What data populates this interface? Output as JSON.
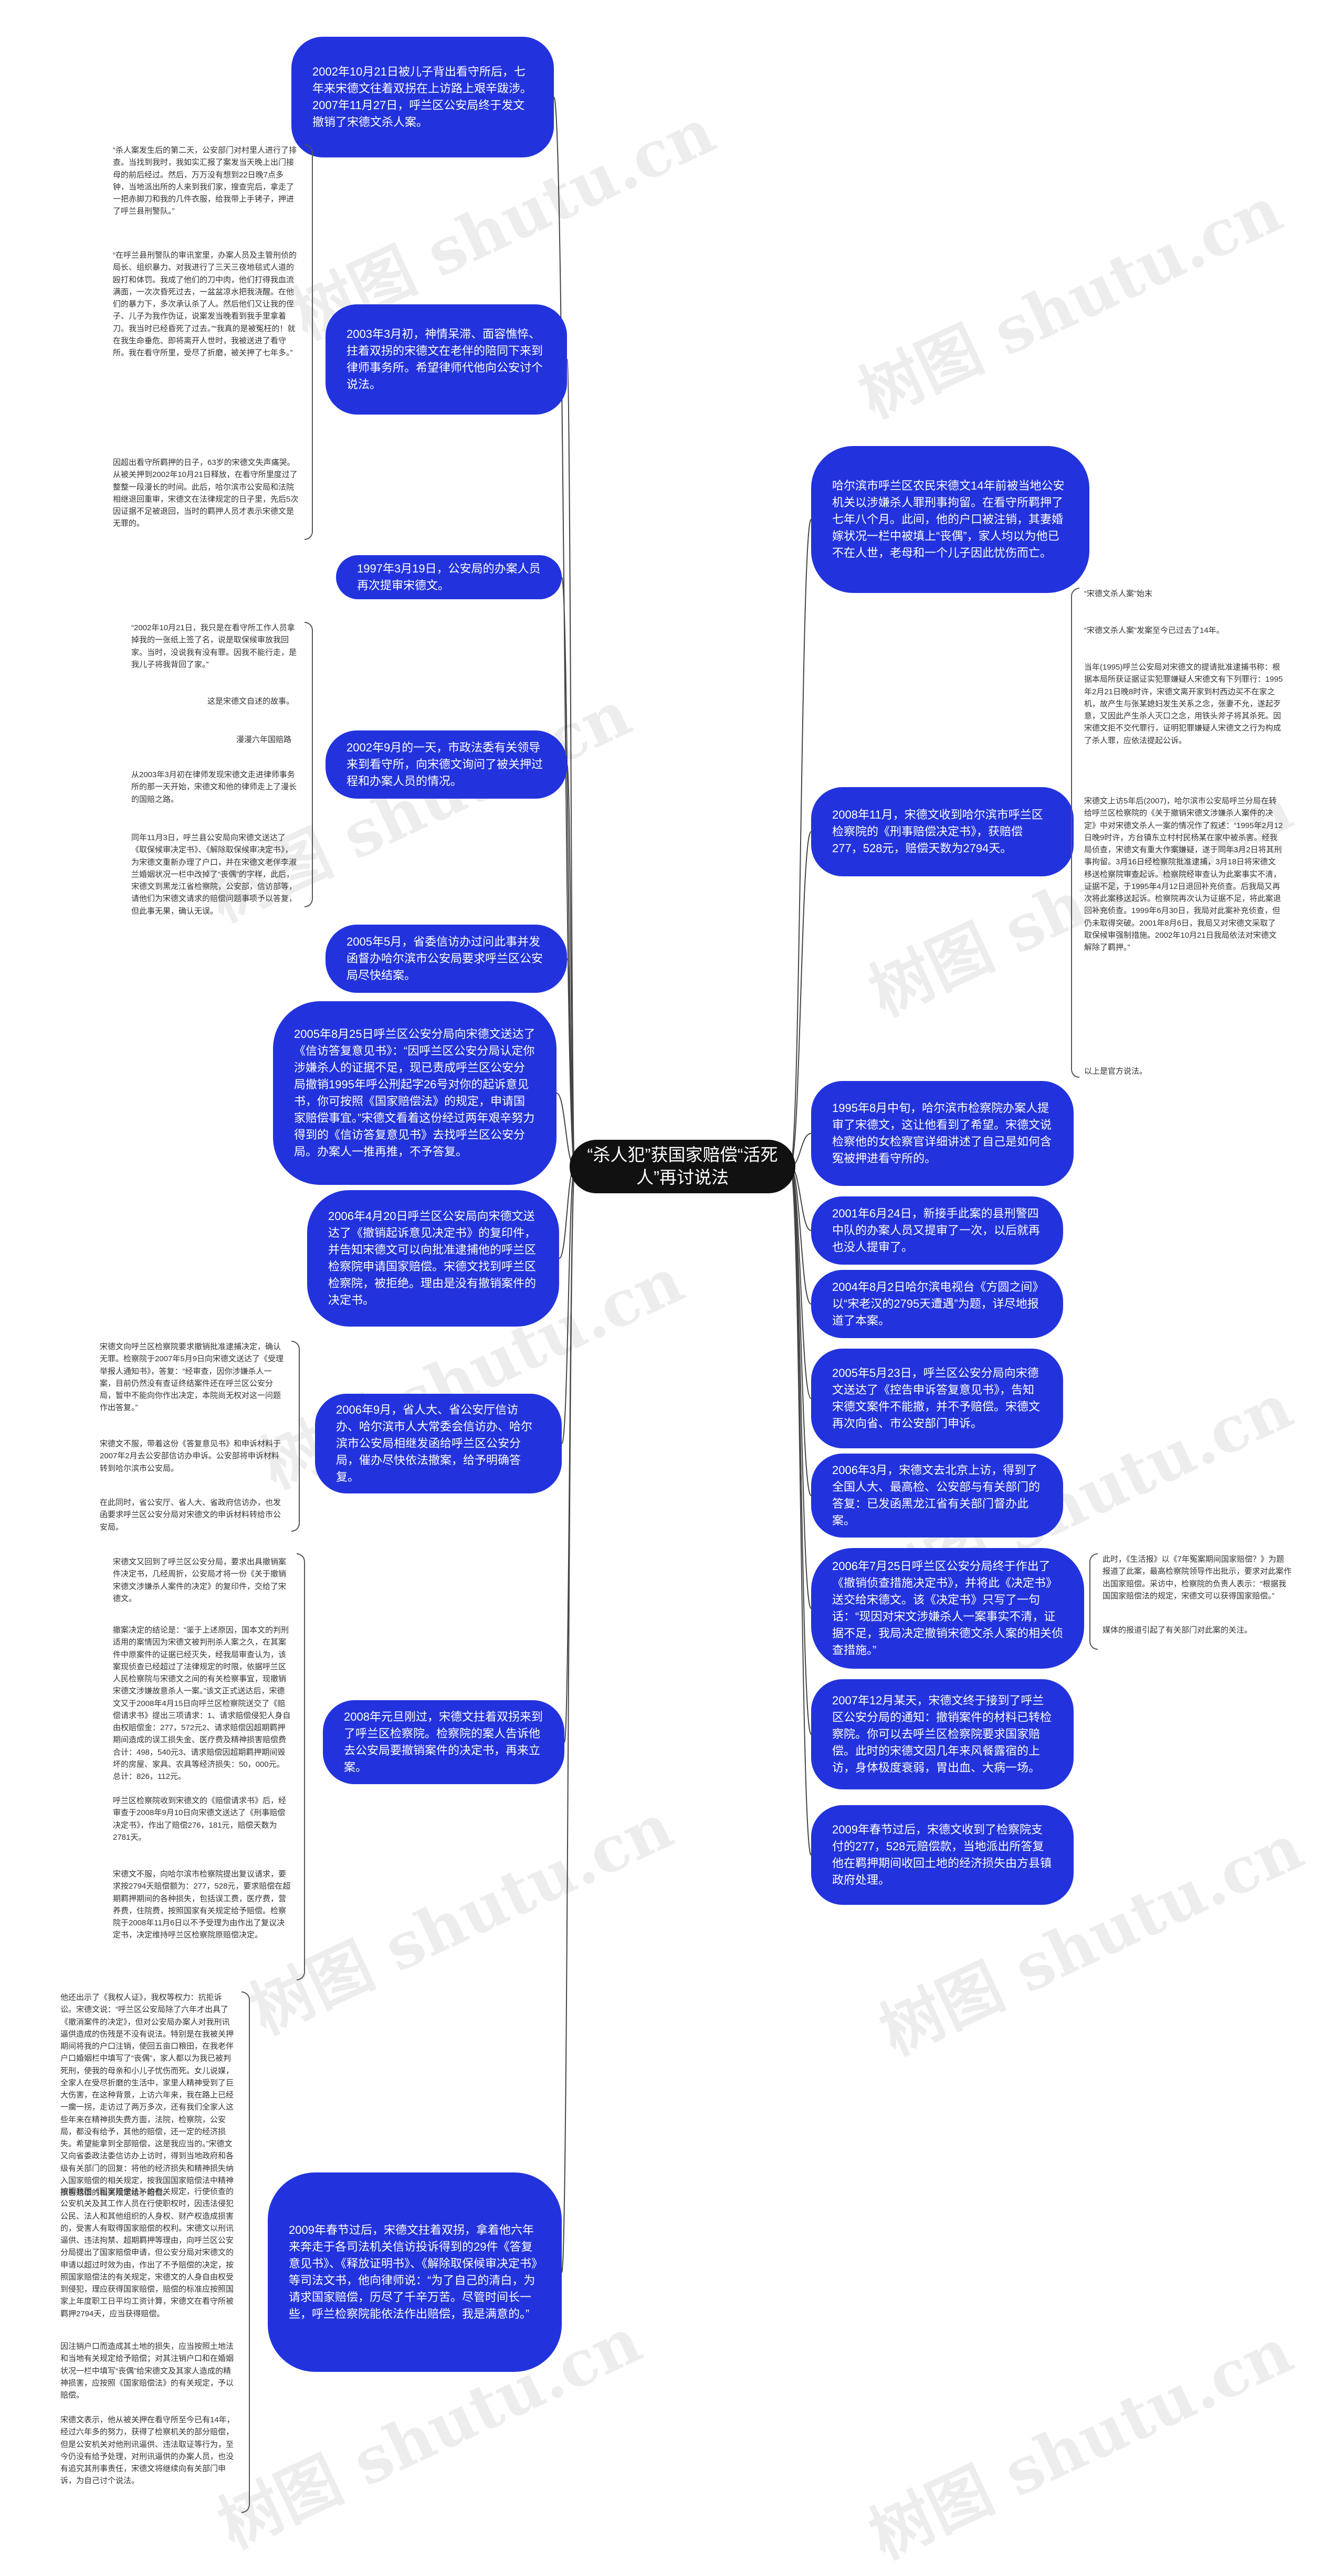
{
  "root": {
    "label": "“杀人犯”获国家赔偿“活死人”再讨说法"
  },
  "watermark_text": "树图 shutu.cn",
  "left_nodes": [
    {
      "id": "l1",
      "text": "2002年10月21日被儿子背出看守所后，七年来宋德文往着双拐在上访路上艰辛跋涉。2007年11月27日，呼兰区公安局终于发文撤销了宋德文杀人案。"
    },
    {
      "id": "l2",
      "text": "2003年3月初，神情呆滞、面容憔悴、拄着双拐的宋德文在老伴的陪同下来到律师事务所。希望律师代他向公安讨个说法。"
    },
    {
      "id": "l3",
      "text": "1997年3月19日，公安局的办案人员再次提审宋德文。"
    },
    {
      "id": "l4",
      "text": "2002年9月的一天，市政法委有关领导来到看守所，向宋德文询问了被关押过程和办案人员的情况。"
    },
    {
      "id": "l5",
      "text": "2005年5月，省委信访办过问此事并发函督办哈尔滨市公安局要求呼兰区公安局尽快结案。"
    },
    {
      "id": "l6",
      "text": "2005年8月25日呼兰区公安分局向宋德文送达了《信访答复意见书》：“因呼兰区公安分局认定你涉嫌杀人的证据不足，现已责成呼兰区公安分局撤销1995年呼公刑起字26号对你的起诉意见书，你可按照《国家赔偿法》的规定，申请国家赔偿事宜。”宋德文看着这份经过两年艰辛努力得到的《信访答复意见书》去找呼兰区公安分局。办案人一推再推，不予答复。"
    },
    {
      "id": "l7",
      "text": "2006年4月20日呼兰区公安局向宋德文送达了《撤销起诉意见决定书》的复印件，并告知宋德文可以向批准逮捕他的呼兰区检察院申请国家赔偿。宋德文找到呼兰区检察院，被拒绝。理由是没有撤销案件的决定书。"
    },
    {
      "id": "l8",
      "text": "2006年9月，省人大、省公安厅信访办、哈尔滨市人大常委会信访办、哈尔滨市公安局相继发函给呼兰区公安分局，催办尽快依法撤案，给予明确答复。"
    },
    {
      "id": "l9",
      "text": "2008年元旦刚过，宋德文拄着双拐来到了呼兰区检察院。检察院的案人告诉他去公安局要撤销案件的决定书，再来立案。"
    },
    {
      "id": "l10",
      "text": "2009年春节过后，宋德文拄着双拐，拿着他六年来奔走于各司法机关信访投诉得到的29件《答复意见书》、《释放证明书》、《解除取保候审决定书》等司法文书，他向律师说：“为了自己的清白，为请求国家赔偿，历尽了千辛万苦。尽管时间长一些，呼兰检察院能依法作出赔偿，我是满意的。”"
    }
  ],
  "right_nodes": [
    {
      "id": "r1",
      "text": "哈尔滨市呼兰区农民宋德文14年前被当地公安机关以涉嫌杀人罪刑事拘留。在看守所羁押了七年八个月。此间，他的户口被注销，其妻婚嫁状况一栏中被填上“丧偶”，家人均以为他已不在人世，老母和一个儿子因此忧伤而亡。"
    },
    {
      "id": "r2",
      "text": "2008年11月，宋德文收到哈尔滨市呼兰区检察院的《刑事赔偿决定书》，获赔偿277，528元，赔偿天数为2794天。"
    },
    {
      "id": "r3",
      "text": "1995年8月中旬，哈尔滨市检察院办案人提审了宋德文，这让他看到了希望。宋德文说检察他的女检察官详细讲述了自己是如何含冤被押进看守所的。"
    },
    {
      "id": "r4",
      "text": "2001年6月24日，新接手此案的县刑警四中队的办案人员又提审了一次，以后就再也没人提审了。"
    },
    {
      "id": "r5",
      "text": "2004年8月2日哈尔滨电视台《方圆之间》以“宋老汉的2795天遭遇”为题，详尽地报道了本案。"
    },
    {
      "id": "r6",
      "text": "2005年5月23日，呼兰区公安分局向宋德文送达了《控告申诉答复意见书》，告知宋德文案件不能撤，并不予赔偿。宋德文再次向省、市公安部门申诉。"
    },
    {
      "id": "r7",
      "text": "2006年3月，宋德文去北京上访，得到了全国人大、最高检、公安部与有关部门的答复：已发函黑龙江省有关部门督办此案。"
    },
    {
      "id": "r8",
      "text": "2006年7月25日呼兰区公安分局终于作出了《撤销侦查措施决定书》，并将此《决定书》送交给宋德文。该《决定书》只写了一句话：“现因对宋文涉嫌杀人一案事实不清，证据不足，我局决定撤销宋德文杀人案的相关侦查措施。”"
    },
    {
      "id": "r9",
      "text": "2007年12月某天，宋德文终于接到了呼兰区公安分局的通知：撤销案件的材料已转检察院。你可以去呼兰区检察院要求国家赔偿。此时的宋德文因几年来风餐露宿的上访，身体极度衰弱，胃出血、大病一场。"
    },
    {
      "id": "r10",
      "text": "2009年春节过后，宋德文收到了检察院支付的277，528元赔偿款，当地派出所答复他在羁押期间收回土地的经济损失由方县镇政府处理。"
    }
  ],
  "left_notes": [
    {
      "id": "n1",
      "text": "“杀人案发生后的第二天，公安部门对村里人进行了排查。当找到我时，我如实汇报了案发当天晚上出门接母的前后经过。然后，万万没有想到22日晚7点多钟，当地派出所的人来到我们家，搜查完后，拿走了一把赤脚刀和我的几件衣服，给我带上手铐子，押进了呼兰县刑警队。”"
    },
    {
      "id": "n2",
      "text": "“在呼兰县刑警队的审讯室里，办案人员及主管刑侦的局长、组织暴力、对我进行了三天三夜地毯式人道的殴打和体罚。我成了他们的刀中肉，他们打得我血流满面，一次次昏死过去，一盆盆凉水把我浇醒。在他们的暴力下，多次承认杀了人。然后他们又让我的侄子、儿子为我作伪证，说案发当晚看到我手里拿着刀。我当时已经昏死了过去。”“我真的是被冤枉的！就在我生命垂危、即将离开人世时，我被送进了看守所。我在看守所里，受尽了折磨，被关押了七年多。”"
    },
    {
      "id": "n3",
      "text": "因超出看守所羁押的日子，63岁的宋德文失声痛哭。从被关押到2002年10月21日释放，在看守所里度过了整整一段漫长的时间。此后，哈尔滨市公安局和法院相继退回重审，宋德文在法律规定的日子里，先后5次因证据不足被退回，当时的羁押人员才表示宋德文是无罪的。"
    },
    {
      "id": "n4",
      "text": "“2002年10月21日，我只是在看守所工作人员拿掉我的一张纸上签了名，说是取保候审放我回家。当时，没说我有没有罪。因我不能行走，是我儿子将我背回了家。”"
    },
    {
      "id": "n5",
      "text": "这是宋德文自述的故事。"
    },
    {
      "id": "n6",
      "text": "漫漫六年国赔路"
    },
    {
      "id": "n7",
      "text": "从2003年3月初在律师发现宋德文走进律师事务所的那一天开始，宋德文和他的律师走上了漫长的国赔之路。"
    },
    {
      "id": "n8",
      "text": "同年11月3日，呼兰县公安局向宋德文送达了《取保候审决定书》、《解除取保候审决定书》，为宋德文重新办理了户口，并在宋德文老伴李淑兰婚姻状况一栏中改掉了“丧偶”的字样，此后，宋德文到黑龙江省检察院，公安部，信访部等，请他们为宋德文请求的赔偿问题事项予以答复，但此事无果，确认无误。"
    },
    {
      "id": "n9",
      "text": "宋德文向呼兰区检察院要求撤销批准逮捕决定，确认无罪。检察院于2007年5月9日向宋德文送达了《受理举报人通知书》，答复：“经审查，因你涉嫌杀人一案，目前仍然没有查证终结案件还在呼兰区公安分局，暂中不能向你作出决定，本院尚无权对这一问题作出答复。”"
    },
    {
      "id": "n10",
      "text": "宋德文不服，带着这份《答复意见书》和申诉材料于2007年2月去公安部信访办申诉。公安部将申诉材料转到哈尔滨市公安局。"
    },
    {
      "id": "n11",
      "text": "在此同时，省公安厅、省人大、省政府信访办，也发函要求呼兰区公安分局对宋德文的申诉材料转给市公安局。"
    },
    {
      "id": "n12",
      "text": "宋德文又回到了呼兰区公安分局，要求出具撤销案件决定书，几经周折，公安局才将一份《关于撤销宋德文涉嫌杀人案件的决定》的复印件，交给了宋德文。"
    },
    {
      "id": "n13",
      "text": "撤案决定的结论是：“鉴于上述原因，国本文的判刑适用的案情因为宋德文被判刑杀人案之久，在其案件中原案件的证据已经灭失，经我局审查认为，该案现侦查已经超过了法律规定的时限，依据呼兰区人民检察院与宋德文之间的有关检察事宜，现撤销宋德文涉嫌故意杀人一案。”该文正式送达后，宋德文又于2008年4月15日向呼兰区检察院送交了《赔偿请求书》提出三项请求：1、请求赔偿侵犯人身自由权赔偿金：277，572元2、请求赔偿因超期羁押期间造成的误工损失金、医疗费及精神损害赔偿费合计：498，540元3、请求赔偿因超期羁押期间毁坏的房屋、家具、农具等经济损失：50，000元。总计：826，112元。"
    },
    {
      "id": "n14",
      "text": "呼兰区检察院收到宋德文的《赔偿请求书》后，经审查于2008年9月10日向宋德文送达了《刑事赔偿决定书》，作出了赔偿276，181元，赔偿天数为2781天。"
    },
    {
      "id": "n15",
      "text": "宋德文不服，向哈尔滨市检察院提出复议请求，要求按2794天赔偿额为：277，528元，要求赔偿在超期羁押期间的各种损失，包括误工费，医疗费，营养费，住院费，按照国家有关规定给予赔偿。检察院于2008年11月6日以不予受理为由作出了复议决定书，决定维持呼兰区检察院原赔偿决定。"
    },
    {
      "id": "n16",
      "text": "他还出示了《我权人证》，我权等权力：抗拒诉讼。宋德文说：“呼兰区公安局除了六年才出具了《撤消案件的决定》，但对公安局办案人对我刑讯逼供造成的伤残是不没有说法。特别是在我被关押期间将我的户口注销，使回五亩口粮田，在我老伴户口婚姻栏中填写了“丧偶”，家人都以为我已被判死刑，使我的母亲和小儿子忧伤而死。女儿说媒，全家人在受尽折磨的生活中，家里人精神受到了巨大伤害，在这种背景，上访六年来，我在路上已经一瘸一拐，走访过了两万多次，还有我们全家人这些年来在精神损失费方面，法院，检察院，公安局，都没有给予，其他的赔偿，还一定的经济损失。希望能拿到全部赔偿，这是我应当的。”宋德文又向省委政法委信访办上访时，得到当地政府和各级有关部门的回复：将他的经济损失和精神损失纳入国家赔偿的相关规定，按我国国家赔偿法中精神损害赔偿的相关规定给予赔偿。"
    },
    {
      "id": "n17",
      "text": "按照我国《国家赔偿法》的有关规定，行使侦查的公安机关及其工作人员在行使职权时，因违法侵犯公民、法人和其他组织的人身权、财产权造成损害的，受害人有取得国家赔偿的权利。宋德文以刑讯逼供、违法拘禁、超期羁押等理由，向呼兰区公安分局提出了国家赔偿申请，但公安分局对宋德文的申请以超过时效为由，作出了不予赔偿的决定，按照国家赔偿法的有关规定，宋德文的人身自由权受到侵犯，理应获得国家赔偿，赔偿的标准应按照国家上年度职工日平均工资计算，宋德文在看守所被羁押2794天，应当获得赔偿。"
    },
    {
      "id": "n18",
      "text": "因注销户口而造成其土地的损失，应当按照土地法和当地有关规定给予赔偿；对其注销户口和在婚姻状况一栏中填写“丧偶”给宋德文及其家人造成的精神损害，应按照《国家赔偿法》的有关规定，予以赔偿。"
    },
    {
      "id": "n19",
      "text": "宋德文表示，他从被关押在看守所至今已有14年，经过六年多的努力，获得了检察机关的部分赔偿，但是公安机关对他刑讯逼供、违法取证等行为，至今仍没有给予处理，对刑讯逼供的办案人员，也没有追究其刑事责任，宋德文将继续向有关部门申诉，为自己讨个说法。"
    }
  ],
  "right_notes": [
    {
      "id": "m1",
      "text": "“宋德文杀人案”始末"
    },
    {
      "id": "m2",
      "text": "“宋德文杀人案”发案至今已过去了14年。"
    },
    {
      "id": "m3",
      "text": "当年(1995)呼兰公安局对宋德文的提请批准逮捕书称：根据本局所获证据证实犯罪嫌疑人宋德文有下列罪行：1995年2月21日晚8时许，宋德文离开家到村西边买不在家之机，故产生与张某媳妇发生关系之念，张妻不允，遂起歹意，又因此产生杀人灭口之念，用铁头斧子将其杀死。因宋德文拒不交代罪行，证明犯罪嫌疑人宋德文之行为构成了杀人罪，应依法提起公诉。"
    },
    {
      "id": "m4",
      "text": "宋德文上访5年后(2007)，哈尔滨市公安局呼兰分局在转给呼兰区检察院的《关于撤销宋德文涉嫌杀人案件的决定》中对宋德文杀人一案的情况作了叙述：“1995年2月12日晚9时许，方台镇东立村村民杨某在家中被杀害。经我局侦查，宋德文有重大作案嫌疑，遂于同年3月2日将其刑事拘留。3月16日经检察院批准逮捕，3月18日将宋德文移送检察院审查起诉。检察院经审查认为此案事实不清，证据不足，于1995年4月12日退回补充侦查。后我局又再次将此案移送起诉。检察院再次认为证据不足，将此案退回补充侦查。1999年6月30日，我局对此案补充侦查，但仍未取得突破。2001年8月6日，我局又对宋德文采取了取保候审强制措施。2002年10月21日我局依法对宋德文解除了羁押。”"
    },
    {
      "id": "m5",
      "text": "以上是官方说法。"
    },
    {
      "id": "m6",
      "text": "此时，《生活报》以《7年冤案期间国家赔偿？》为题报道了此案，最高检察院领导作出批示，要求对此案作出国家赔偿。采访中，检察院的负责人表示：“根据我国国家赔偿法的规定，宋德文可以获得国家赔偿。”"
    },
    {
      "id": "m7",
      "text": "媒体的报道引起了有关部门对此案的关注。"
    }
  ]
}
